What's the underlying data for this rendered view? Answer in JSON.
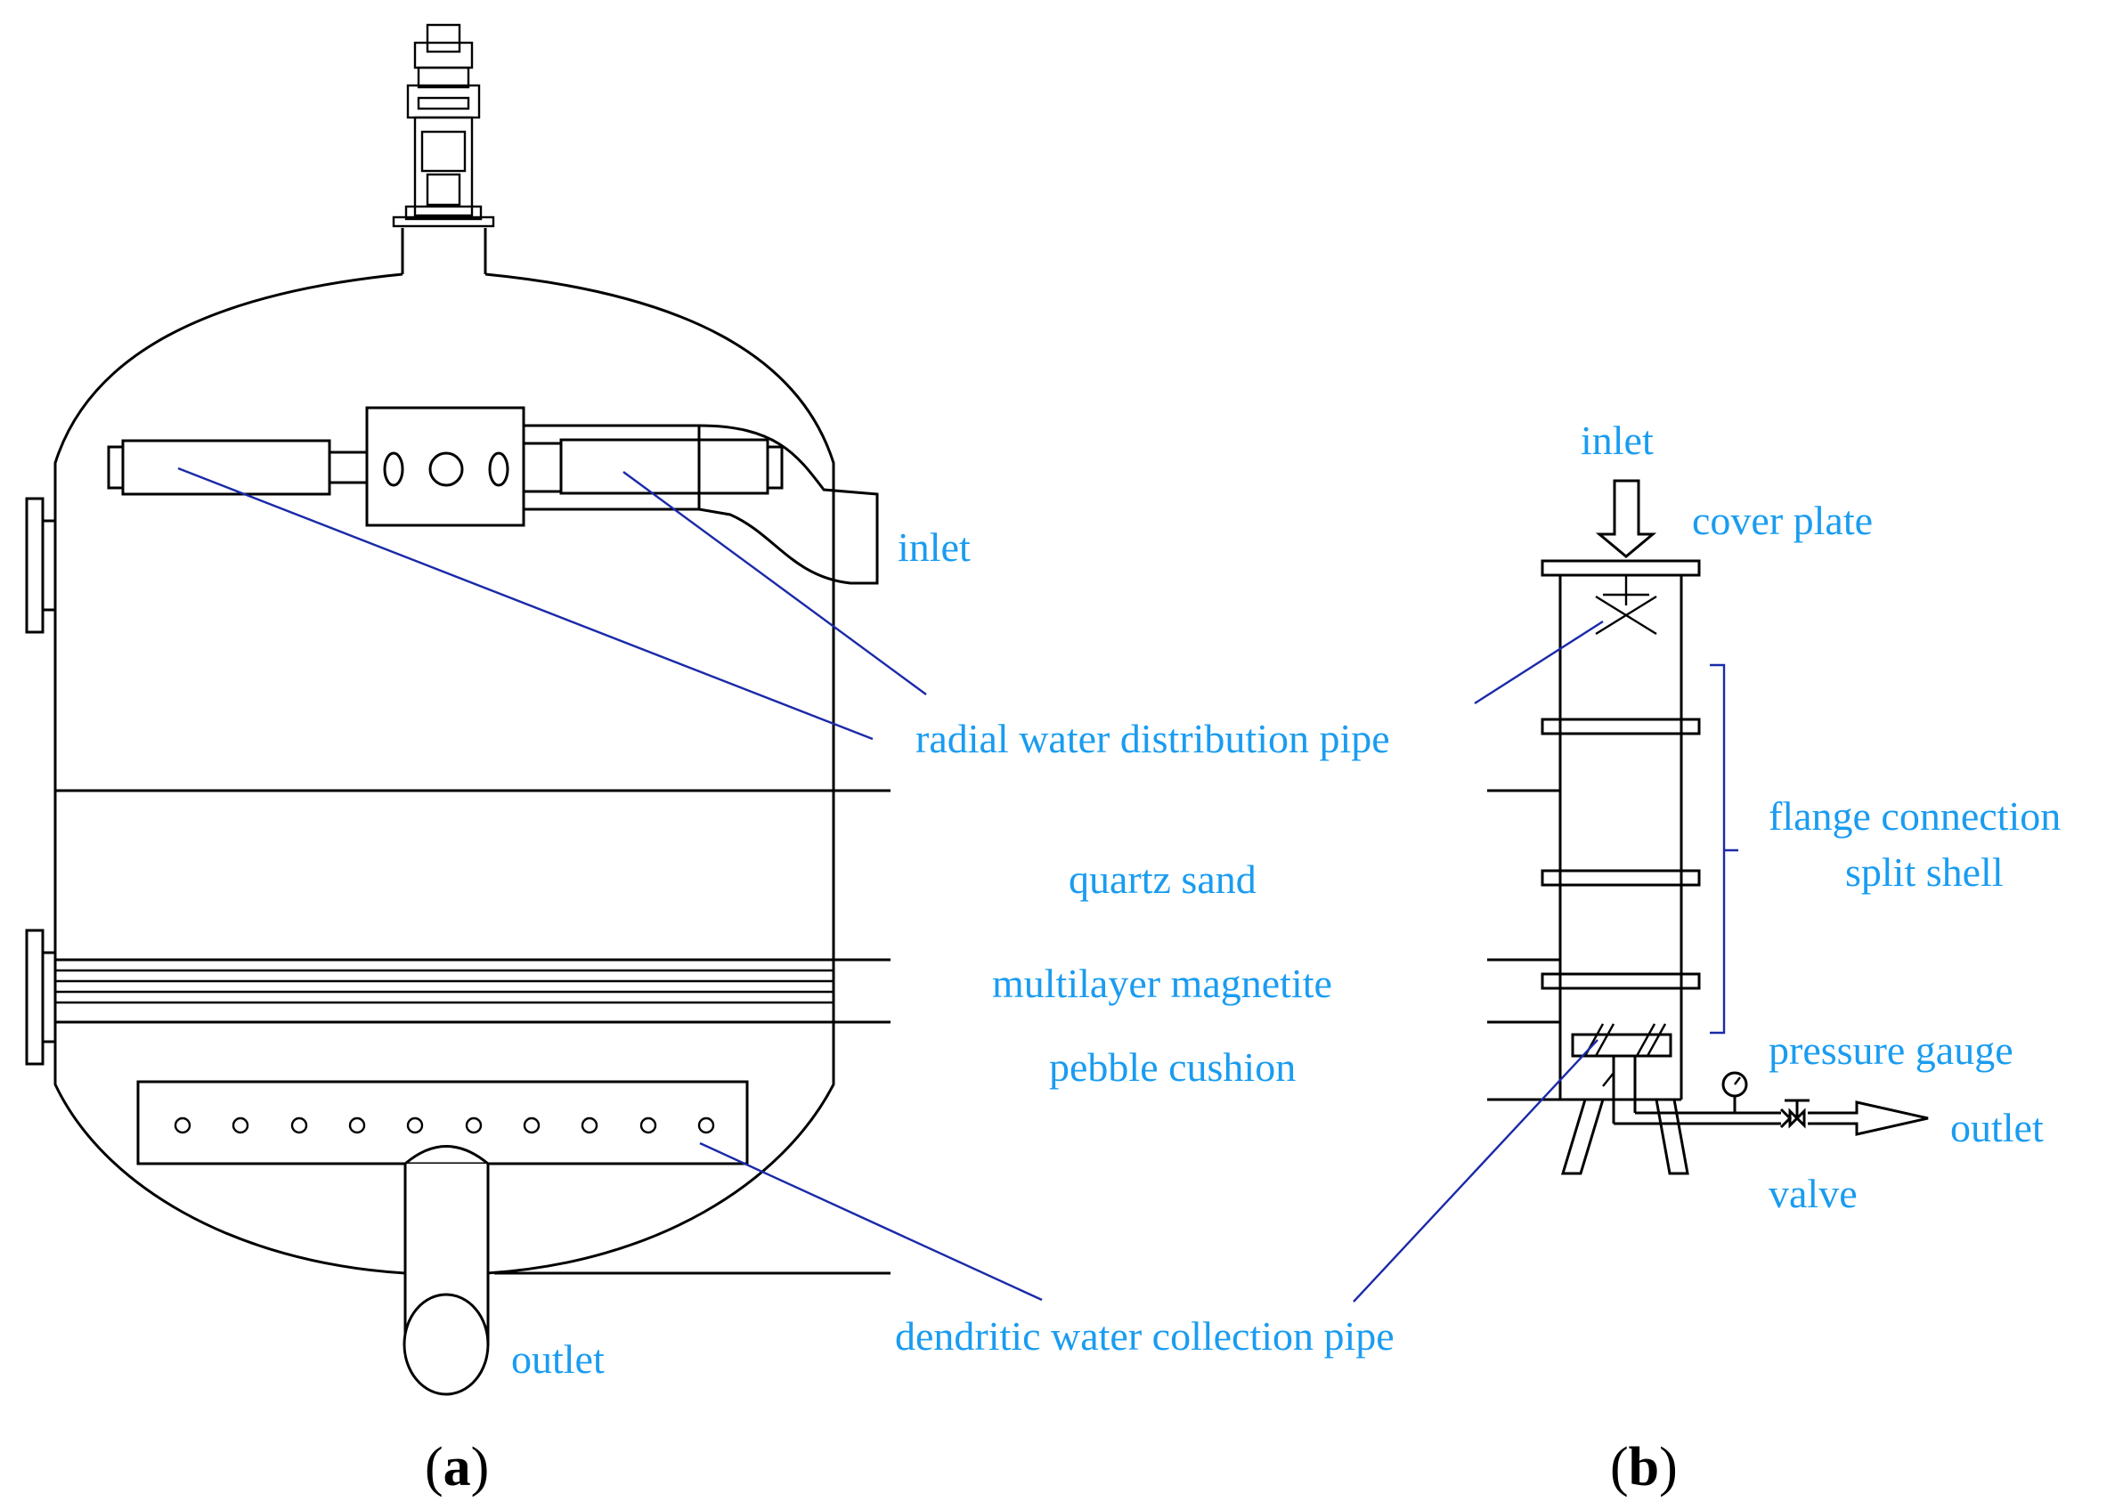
{
  "panel_a": {
    "labels": {
      "inlet": "inlet",
      "radial_pipe": "radial water distribution pipe",
      "quartz_sand": "quartz sand",
      "magnetite": "multilayer magnetite",
      "pebble": "pebble cushion",
      "dendritic_pipe": "dendritic water collection pipe",
      "outlet": "outlet"
    },
    "caption": {
      "open": "(",
      "letter": "a",
      "close": ")"
    }
  },
  "panel_b": {
    "labels": {
      "inlet": "inlet",
      "cover_plate": "cover plate",
      "flange_line1": "flange connection",
      "flange_line2": "split shell",
      "pressure_gauge": "pressure gauge",
      "outlet": "outlet",
      "valve": "valve"
    },
    "caption": {
      "open": "(",
      "letter": "b",
      "close": ")"
    }
  },
  "colors": {
    "label": "#1a9cf0",
    "leader": "#1a2aa8",
    "drawing": "#000000"
  }
}
